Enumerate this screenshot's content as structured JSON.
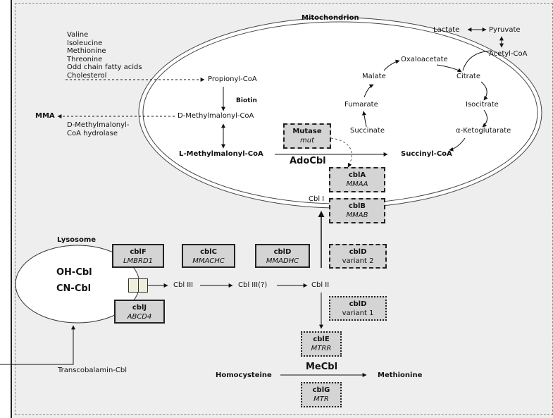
{
  "compartments": {
    "mitochondrion": "Mitochondrion",
    "lysosome": "Lysosome"
  },
  "sources": [
    "Valine",
    "Isoleucine",
    "Methionine",
    "Threonine",
    "Odd chain fatty acids",
    "Cholesterol"
  ],
  "metabolites": {
    "propionyl_coa": "Propionyl-CoA",
    "biotin": "Biotin",
    "d_methylmalonyl_coa": "D-Methylmalonyl-CoA",
    "mma": "MMA",
    "hydrolase_line1": "D-Methylmalonyl-",
    "hydrolase_line2": "CoA hydrolase",
    "l_methylmalonyl_coa": "L-Methylmalonyl-CoA",
    "succinyl_coa": "Succinyl-CoA",
    "adocbl": "AdoCbl",
    "lactate": "Lactate",
    "pyruvate": "Pyruvate",
    "acetyl_coa": "Acetyl-CoA",
    "oxaloacetate": "Oxaloacetate",
    "malate": "Malate",
    "citrate": "Citrate",
    "fumarate": "Fumarate",
    "isocitrate": "Isocitrate",
    "succinate": "Succinate",
    "a_ketoglutarate": "α-Ketoglutarate",
    "oh_cbl": "OH-Cbl",
    "cn_cbl": "CN-Cbl",
    "cbl_iii": "Cbl III",
    "cbl_iii_q": "Cbl III(?)",
    "cbl_ii": "Cbl II",
    "cbl_i": "Cbl I",
    "transcobalamin": "Transcobalamin-Cbl",
    "homocysteine": "Homocysteine",
    "mecbl": "MeCbl",
    "methionine": "Methionine"
  },
  "boxes": {
    "mutase": {
      "name": "Mutase",
      "gene": "mut"
    },
    "cbla": {
      "name": "cblA",
      "gene": "MMAA"
    },
    "cblb": {
      "name": "cblB",
      "gene": "MMAB"
    },
    "cblf": {
      "name": "cblF",
      "gene": "LMBRD1"
    },
    "cblj": {
      "name": "cblJ",
      "gene": "ABCD4"
    },
    "cblc": {
      "name": "cblC",
      "gene": "MMACHC"
    },
    "cbld": {
      "name": "cblD",
      "gene": "MMADHC"
    },
    "cbld_v2": {
      "name": "cblD",
      "variant": "variant 2"
    },
    "cbld_v1": {
      "name": "cblD",
      "variant": "variant 1"
    },
    "cble": {
      "name": "cblE",
      "gene": "MTRR"
    },
    "cblg": {
      "name": "cblG",
      "gene": "MTR"
    }
  }
}
